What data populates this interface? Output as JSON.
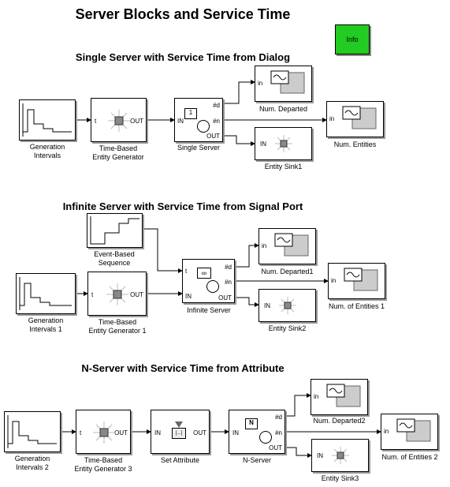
{
  "title": "Server Blocks and Service Time",
  "info_label": "Info",
  "section1": {
    "title": "Single Server with Service Time from Dialog",
    "gen_intervals": [
      "Generation",
      "Intervals"
    ],
    "entity_gen": [
      "Time-Based",
      "Entity Generator"
    ],
    "server": "Single Server",
    "server_icon": "1",
    "departed": "Num. Departed",
    "entities": "Num. Entities",
    "sink": "Entity Sink1"
  },
  "section2": {
    "title": "Infinite Server with Service Time from Signal Port",
    "event_seq": [
      "Event-Based",
      "Sequence"
    ],
    "gen_intervals": [
      "Generation",
      "Intervals 1"
    ],
    "entity_gen": [
      "Time-Based",
      "Entity Generator 1"
    ],
    "server": "Infinite Server",
    "server_icon": "∞",
    "departed": "Num. Departed1",
    "entities": "Num. of Entities 1",
    "sink": "Entity Sink2"
  },
  "section3": {
    "title": "N-Server with Service Time from Attribute",
    "gen_intervals": [
      "Generation",
      "Intervals 2"
    ],
    "entity_gen": [
      "Time-Based",
      "Entity Generator 3"
    ],
    "set_attr": "Set Attribute",
    "server": "N-Server",
    "server_icon": "N",
    "departed": "Num. Departed2",
    "entities": "Num. of Entities 2",
    "sink": "Entity Sink3"
  },
  "ports": {
    "t": "t",
    "out": "OUT",
    "in_upper": "IN",
    "in": "in",
    "d": "#d",
    "n": "#n",
    "attr_icon": "[...]"
  }
}
